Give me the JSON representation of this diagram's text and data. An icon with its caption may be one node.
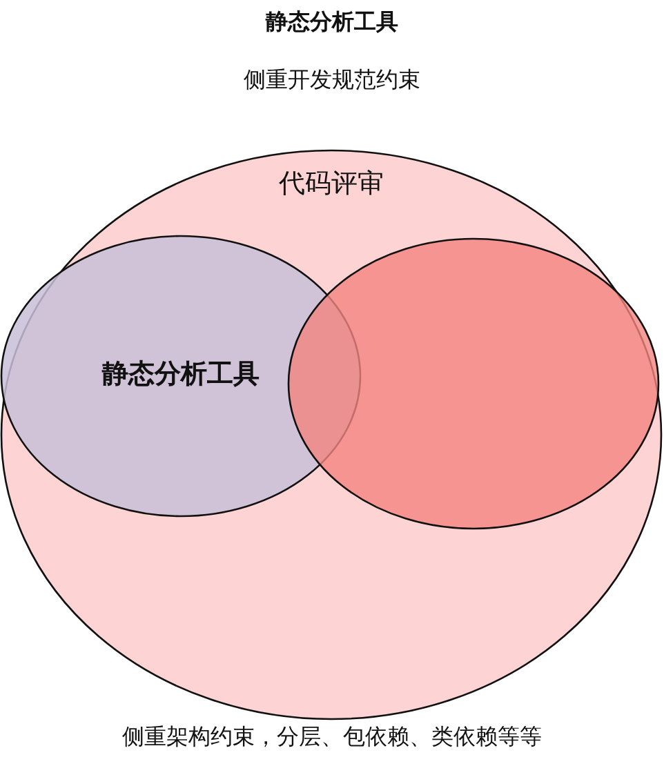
{
  "diagram": {
    "nodes": [
      {
        "text": [
          "代码评审"
        ]
      },
      {
        "text": [
          "静态分析工具"
        ],
        "in": 0
      },
      {
        "text": [],
        "shape": "ellipse",
        "in": 0
      }
    ],
    "edges": [],
    "labels": [
      "静态分析工具",
      "侧重开发规范约束",
      "侧重架构约束，分层、包依赖、类依赖等等"
    ]
  }
}
